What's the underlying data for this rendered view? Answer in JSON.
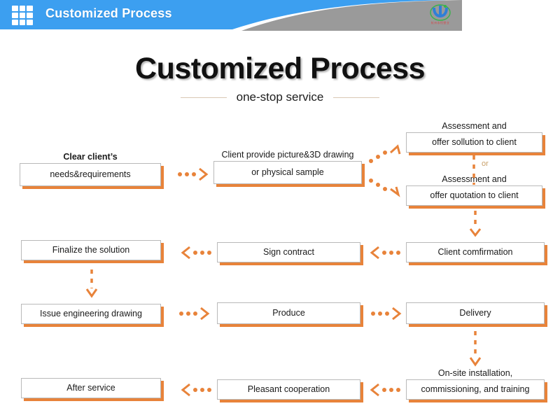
{
  "header": {
    "title": "Customized Process",
    "grid_icon": "grid-menu-icon",
    "logo_text": "杭州永恒塑业",
    "bar_color": "#3c9ff0",
    "panel_color": "#9a9a9a"
  },
  "title_block": {
    "title": "Customized Process",
    "subtitle": "one-stop service"
  },
  "theme": {
    "accent": "#e8833a",
    "box_border": "#b9b9b9",
    "box_fill": "#ffffff",
    "text": "#1a1a1a",
    "or_color": "#c9a06a"
  },
  "flow": {
    "or_label": "or",
    "boxes": [
      {
        "id": "clear-client-needs",
        "overline": "Clear client’s",
        "overline_bold": true,
        "text": "needs&requirements"
      },
      {
        "id": "client-provide-picture",
        "overline": "Client  provide picture&3D drawing",
        "overline_bold": false,
        "text": "or physical sample"
      },
      {
        "id": "assessment-solution",
        "overline": "Assessment and",
        "overline_bold": false,
        "text": "offer sollution to client"
      },
      {
        "id": "assessment-quotation",
        "overline": "Assessment and",
        "overline_bold": false,
        "text": "offer quotation to client"
      },
      {
        "id": "client-confirmation",
        "overline": "",
        "overline_bold": false,
        "text": "Client comfirmation"
      },
      {
        "id": "sign-contract",
        "overline": "",
        "overline_bold": false,
        "text": "Sign contract"
      },
      {
        "id": "finalize-solution",
        "overline": "",
        "overline_bold": false,
        "text": "Finalize the solution"
      },
      {
        "id": "issue-engineering",
        "overline": "",
        "overline_bold": false,
        "text": "Issue engineering drawing"
      },
      {
        "id": "produce",
        "overline": "",
        "overline_bold": false,
        "text": "Produce"
      },
      {
        "id": "delivery",
        "overline": "",
        "overline_bold": false,
        "text": "Delivery"
      },
      {
        "id": "onsite-installation",
        "overline": "On-site installation,",
        "overline_bold": false,
        "text": "commissioning, and training"
      },
      {
        "id": "pleasant-cooperation",
        "overline": "",
        "overline_bold": false,
        "text": "Pleasant cooperation"
      },
      {
        "id": "after-service",
        "overline": "",
        "overline_bold": false,
        "text": "After service"
      }
    ],
    "connectors": [
      {
        "id": "needs-to-picture",
        "direction": "right"
      },
      {
        "id": "picture-to-solution",
        "direction": "up-right"
      },
      {
        "id": "picture-to-quotation",
        "direction": "down-right"
      },
      {
        "id": "solution-or-quotation",
        "direction": "down-dotted"
      },
      {
        "id": "quotation-to-confirm",
        "direction": "down"
      },
      {
        "id": "confirm-to-sign",
        "direction": "left"
      },
      {
        "id": "sign-to-finalize",
        "direction": "left"
      },
      {
        "id": "finalize-to-issue",
        "direction": "down"
      },
      {
        "id": "issue-to-produce",
        "direction": "right"
      },
      {
        "id": "produce-to-delivery",
        "direction": "right"
      },
      {
        "id": "delivery-to-onsite",
        "direction": "down"
      },
      {
        "id": "onsite-to-pleasant",
        "direction": "left"
      },
      {
        "id": "pleasant-to-after",
        "direction": "left"
      }
    ]
  }
}
